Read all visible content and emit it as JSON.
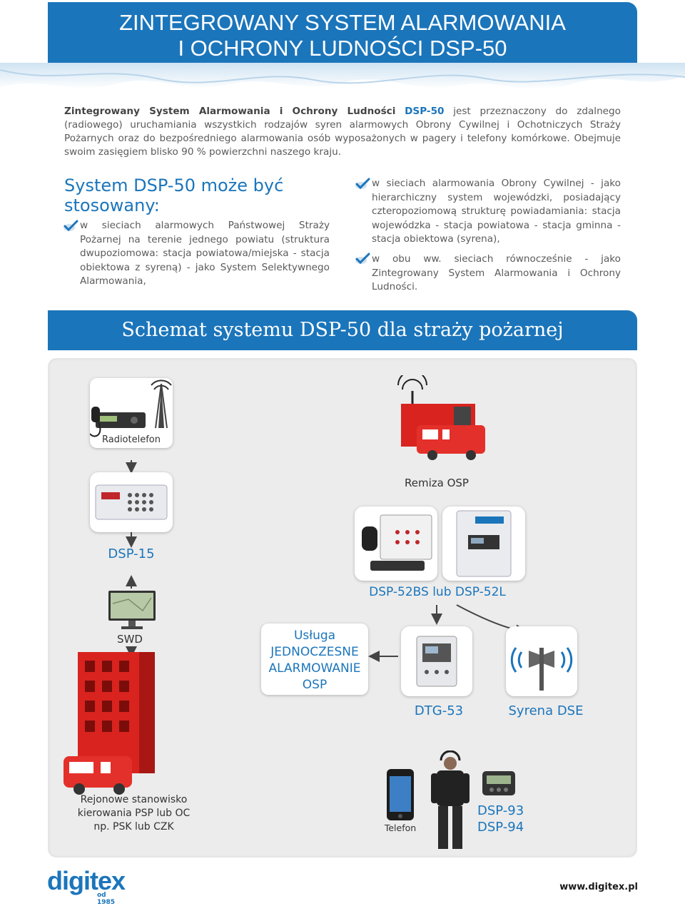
{
  "header": {
    "title_line1": "ZINTEGROWANY SYSTEM ALARMOWANIA",
    "title_line2": "I OCHRONY LUDNOŚCI DSP-50"
  },
  "intro": {
    "part1": "Zintegrowany System Alarmowania i Ochrony Ludności",
    "part2": "DSP-50",
    "part3": " jest przeznaczony do zdalnego (radiowego) uruchamiania wszystkich rodzajów syren alarmowych Obrony Cywilnej i Ochotniczych Straży Pożarnych oraz do bezpośredniego alarmowania osób wyposażonych w pagery i telefony komórkowe. Obejmuje swoim zasięgiem blisko 90 % powierzchni naszego kraju."
  },
  "uses": {
    "title": "System DSP-50 może być stosowany:",
    "items": [
      "w sieciach alarmowych Państwowej Straży Pożarnej na terenie jednego powiatu (struktura dwupoziomowa: stacja powiatowa/miejska - stacja obiektowa z syreną) - jako System Selektywnego Alarmowania,",
      "w sieciach alarmowania Obrony Cywilnej - jako hierarchiczny system wojewódzki, posiadający czteropoziomową strukturę powiadamiania: stacja wojewódzka - stacja powiatowa - stacja gminna - stacja obiektowa (syrena),",
      "w obu ww. sieciach równocześnie - jako Zintegrowany System Alarmowania i Ochrony Ludności."
    ]
  },
  "schema": {
    "title": "Schemat systemu DSP-50 dla straży pożarnej",
    "labels": {
      "radiotelefon": "Radiotelefon",
      "remiza": "Remiza OSP",
      "dsp15": "DSP-15",
      "dsp52": "DSP-52BS  lub  DSP-52L",
      "swd": "SWD",
      "usluga": "Usługa JEDNOCZESNE ALARMOWANIE OSP",
      "usluga_l1": "Usługa",
      "usluga_l2": "JEDNOCZESNE",
      "usluga_l3": "ALARMOWANIE",
      "usluga_l4": "OSP",
      "dtg": "DTG-53",
      "syrena": "Syrena DSE",
      "rejonowe_l1": "Rejonowe stanowisko",
      "rejonowe_l2": "kierowania PSP lub OC",
      "rejonowe_l3": "np. PSK lub CZK",
      "telefon": "Telefon",
      "dsp93": "DSP-93",
      "dsp94": "DSP-94"
    }
  },
  "footer": {
    "logo": "digitex",
    "logo_sub": "od 1985",
    "url": "www.digitex.pl"
  },
  "colors": {
    "brand_blue": "#1b75bb",
    "fire_red": "#d9231f",
    "panel_gray": "#ececec"
  }
}
